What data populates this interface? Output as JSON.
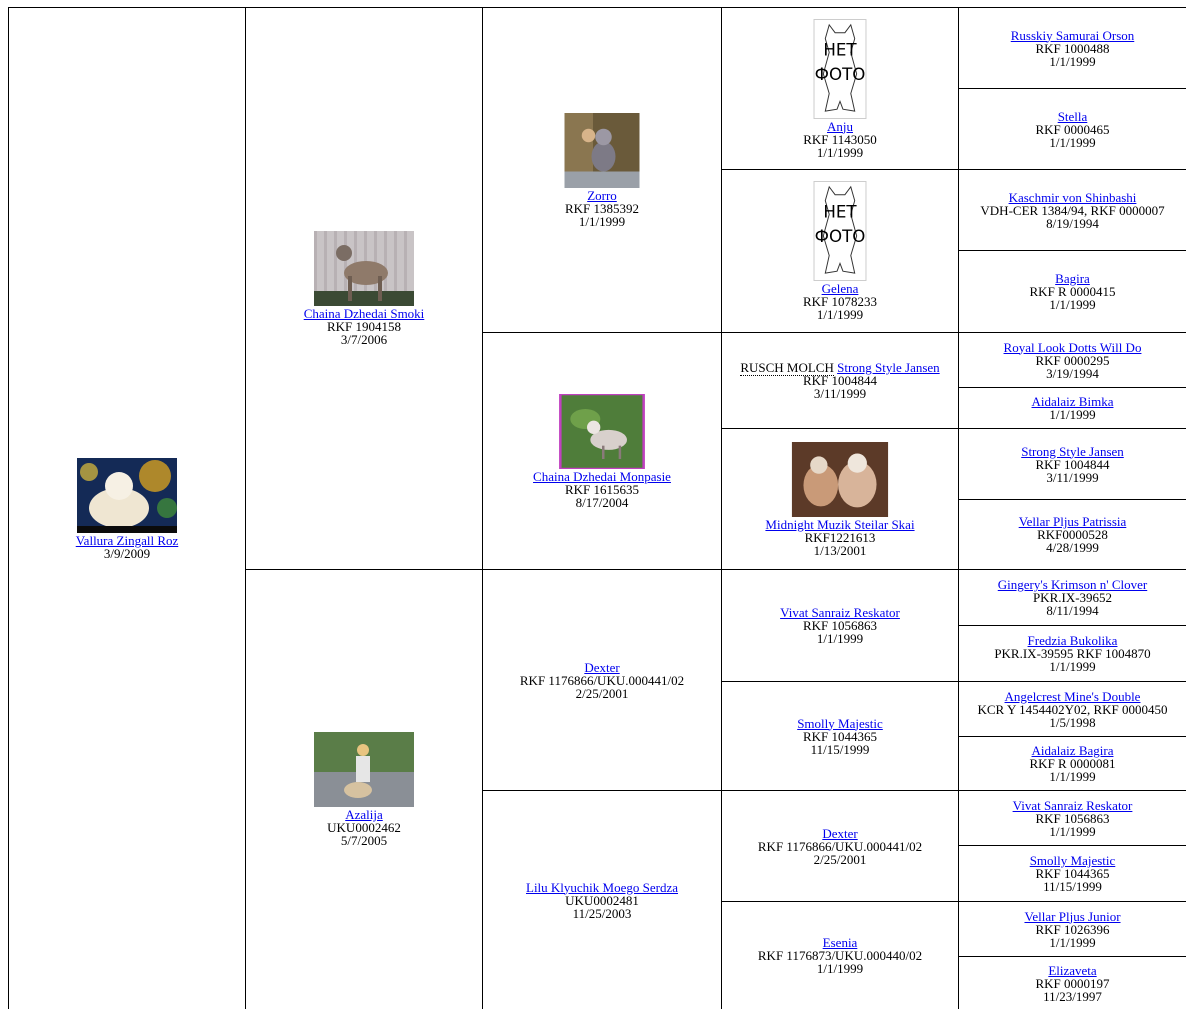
{
  "photo_palette": {
    "sky": "#2a4a8a",
    "grass": "#4f7d3a",
    "road": "#8a8f96",
    "dog_cream": "#efe6d2",
    "dog_grey": "#7d7a86",
    "curtain": "#c9c4c6",
    "bokeh": "#d4a020",
    "frame_border": "#000000"
  },
  "pedigree": {
    "subject": {
      "name": "Vallura Zingall Roz",
      "date": "3/9/2009",
      "photo": "cream-dog-on-bokeh-photo"
    },
    "gen1": [
      {
        "name": "Chaina Dzhedai Smoki",
        "reg": "RKF 1904158",
        "date": "3/7/2006",
        "photo": "grey-dog-indoor-photo"
      },
      {
        "name": "Azalija",
        "reg": "UKU0002462",
        "date": "5/7/2005",
        "photo": "woman-with-dog-on-road-photo"
      }
    ],
    "gen2": [
      {
        "name": "Zorro",
        "reg": "RKF 1385392",
        "date": "1/1/1999",
        "photo": "dog-sitting-by-person-photo"
      },
      {
        "name": "Chaina Dzhedai Monpasie",
        "reg": "RKF 1615635",
        "date": "8/17/2004",
        "photo": "dog-in-grass-photo"
      },
      {
        "name": "Dexter",
        "reg": "RKF 1176866/UKU.000441/02",
        "date": "2/25/2001"
      },
      {
        "name": "Lilu Klyuchik Moego Serdza",
        "reg": "UKU0002481",
        "date": "11/25/2003"
      }
    ],
    "gen3": [
      {
        "name": "Anju",
        "reg": "RKF 1143050",
        "date": "1/1/1999",
        "nophoto": true
      },
      {
        "name": "Gelena",
        "reg": "RKF 1078233",
        "date": "1/1/1999",
        "nophoto": true
      },
      {
        "prefix": "RUSCH MOLCH",
        "name": "Strong Style Jansen",
        "reg": "RKF 1004844",
        "date": "3/11/1999"
      },
      {
        "name": "Midnight Muzik Steilar Skai",
        "reg": "RKF1221613",
        "date": "1/13/2001",
        "photo": "two-dogs-photo"
      },
      {
        "name": "Vivat Sanraiz Reskator",
        "reg": "RKF 1056863",
        "date": "1/1/1999"
      },
      {
        "name": "Smolly Majestic",
        "reg": "RKF 1044365",
        "date": "11/15/1999"
      },
      {
        "name": "Dexter",
        "reg": "RKF 1176866/UKU.000441/02",
        "date": "2/25/2001"
      },
      {
        "name": "Esenia",
        "reg": "RKF 1176873/UKU.000440/02",
        "date": "1/1/1999"
      }
    ],
    "gen4": [
      {
        "name": "Russkiy Samurai Orson",
        "reg": "RKF 1000488",
        "date": "1/1/1999"
      },
      {
        "name": "Stella",
        "reg": "RKF 0000465",
        "date": "1/1/1999"
      },
      {
        "name": "Kaschmir von Shinbashi",
        "reg": "VDH-CER 1384/94, RKF 0000007",
        "date": "8/19/1994"
      },
      {
        "name": "Bagira",
        "reg": "RKF R 0000415",
        "date": "1/1/1999"
      },
      {
        "name": "Royal Look Dotts Will Do",
        "reg": "RKF 0000295",
        "date": "3/19/1994"
      },
      {
        "name": "Aidalaiz Bimka",
        "date": "1/1/1999"
      },
      {
        "name": "Strong Style Jansen",
        "reg": "RKF 1004844",
        "date": "3/11/1999"
      },
      {
        "name": "Vellar Pljus Patrissia",
        "reg": "RKF0000528",
        "date": "4/28/1999"
      },
      {
        "name": "Gingery's Krimson n' Clover",
        "reg": "PKR.IX-39652",
        "date": "8/11/1994"
      },
      {
        "name": "Fredzia Bukolika",
        "reg": "PKR.IX-39595 RKF 1004870",
        "date": "1/1/1999"
      },
      {
        "name": "Angelcrest Mine's Double",
        "reg": "KCR Y 1454402Y02, RKF 0000450",
        "date": "1/5/1998"
      },
      {
        "name": "Aidalaiz Bagira",
        "reg": "RKF R 0000081",
        "date": "1/1/1999"
      },
      {
        "name": "Vivat Sanraiz Reskator",
        "reg": "RKF 1056863",
        "date": "1/1/1999"
      },
      {
        "name": "Smolly Majestic",
        "reg": "RKF 1044365",
        "date": "11/15/1999"
      },
      {
        "name": "Vellar Pljus Junior",
        "reg": "RKF 1026396",
        "date": "1/1/1999"
      },
      {
        "name": "Elizaveta",
        "reg": "RKF 0000197",
        "date": "11/23/1997"
      }
    ]
  },
  "nophoto_label": [
    "НЕТ",
    "ФОТО"
  ]
}
